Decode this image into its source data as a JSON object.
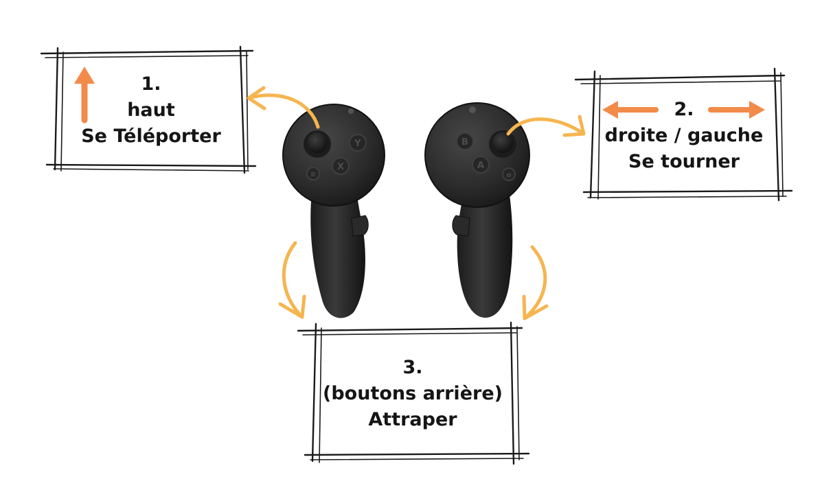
{
  "boxes": {
    "teleport": {
      "number": "1.",
      "direction": "haut",
      "action": "Se Téléporter"
    },
    "turn": {
      "number": "2.",
      "direction": "droite / gauche",
      "action": "Se tourner"
    },
    "grab": {
      "number": "3.",
      "direction": "(boutons arrière)",
      "action": "Attraper"
    }
  },
  "controllers": {
    "left_buttons": [
      "Y",
      "X",
      "≡"
    ],
    "right_buttons": [
      "B",
      "A",
      "o"
    ]
  },
  "colors": {
    "frame": "#1a1a1a",
    "orange_arrow": "#f28a4a",
    "yellow_arrow": "#f6b54f",
    "controller_body": "#2b2b2b"
  }
}
